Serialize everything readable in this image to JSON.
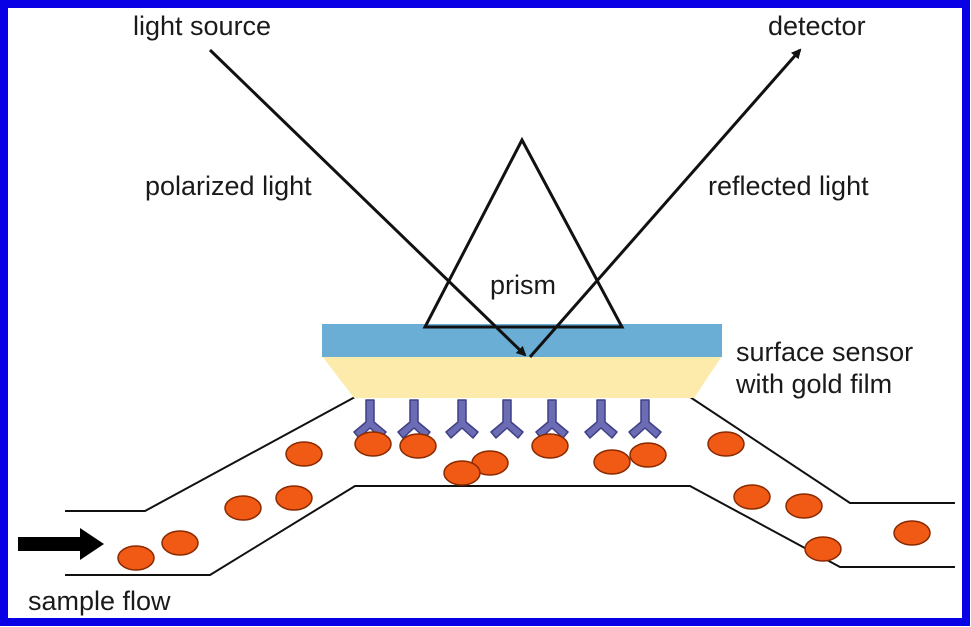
{
  "labels": {
    "light_source": "light source",
    "detector": "detector",
    "polarized_light": "polarized light",
    "reflected_light": "reflected light",
    "prism": "prism",
    "sensor_line1": "surface sensor",
    "sensor_line2": "with gold film",
    "sample_flow": "sample flow"
  },
  "colors": {
    "border": "#0a00e6",
    "glass": "#6aaed6",
    "gold_film": "#fcebab",
    "antibody": "#6c6cb4",
    "antibody_stroke": "#3f3f86",
    "particle": "#f05a14",
    "particle_stroke": "#8a2a00",
    "line": "#111111"
  },
  "icons": {
    "antibody": "y-shaped-antibody-icon",
    "particle": "analyte-particle-icon",
    "flow_arrow": "arrow-right-icon"
  }
}
